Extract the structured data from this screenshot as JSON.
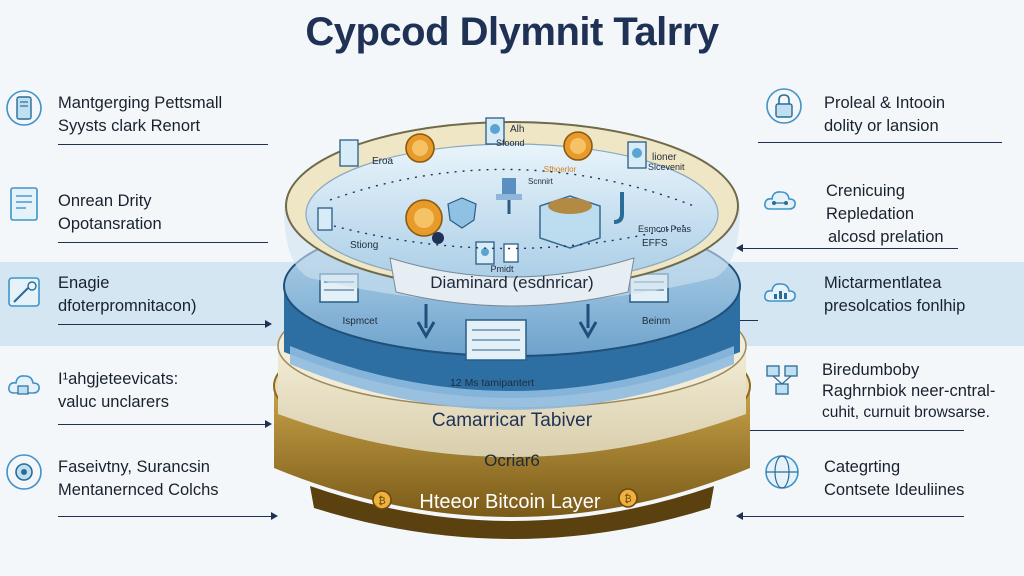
{
  "title": "Cypcod Dlymnit Talrry",
  "left_items": [
    {
      "icon": "mobile-icon",
      "lines": [
        "Mantgerging Pettsmall",
        "Syysts clark Renort"
      ]
    },
    {
      "icon": "document-icon",
      "lines": [
        "Onrean Drity",
        "Opotansration"
      ]
    },
    {
      "icon": "tools-icon",
      "lines": [
        "Enagie",
        "dfoterpromnitacon)"
      ]
    },
    {
      "icon": "cloud-icon",
      "lines": [
        "I¹ahgjeteevicats:",
        "valuc unclarers"
      ]
    },
    {
      "icon": "gear-icon",
      "lines": [
        "Faseivtny, Surancsin",
        "Mentanernced Colchs"
      ]
    }
  ],
  "right_items": [
    {
      "icon": "lock-icon",
      "lines": [
        "Proleal & Intooin",
        "dolity or lansion"
      ]
    },
    {
      "icon": "cloud-network-icon",
      "lines": [
        "Crenicuing",
        "Repledation",
        "alcosd prelation"
      ]
    },
    {
      "icon": "cloud-chart-icon",
      "lines": [
        "Mictarmentlatea",
        "presolcatios fonlhip"
      ]
    },
    {
      "icon": "network-icon",
      "lines": [
        "Biredumboby",
        "Raghrnbiok neer-cntral-",
        "cuhit, curnuit browsarse."
      ]
    },
    {
      "icon": "globe-icon",
      "lines": [
        "Categrting",
        "Contsete Ideuliines"
      ]
    }
  ],
  "stack": {
    "top_labels": [
      "Alh",
      "Sfoond",
      "lioner",
      "Slcevenit",
      "Eroa",
      "Stiong",
      "Pmidt",
      "Esmcot Peas",
      "EFFS",
      "Sfhoerlor",
      "Scnnirt"
    ],
    "top_banner": "Diaminard (esdnricar)",
    "middle_labels": [
      "Ispmcet",
      "Beinm",
      "12 Ms tamipantert"
    ],
    "middle_banner": "Camarricar Tabiver",
    "lower_label": "Ocriar6",
    "base_banner": "Hteeor Bitcoin Layer"
  },
  "colors": {
    "navy": "#1f3256",
    "band": "#d4e6f1",
    "coin": "#e89a2a",
    "base": "#a9832c",
    "disc_blue": "#2d6fa3"
  }
}
